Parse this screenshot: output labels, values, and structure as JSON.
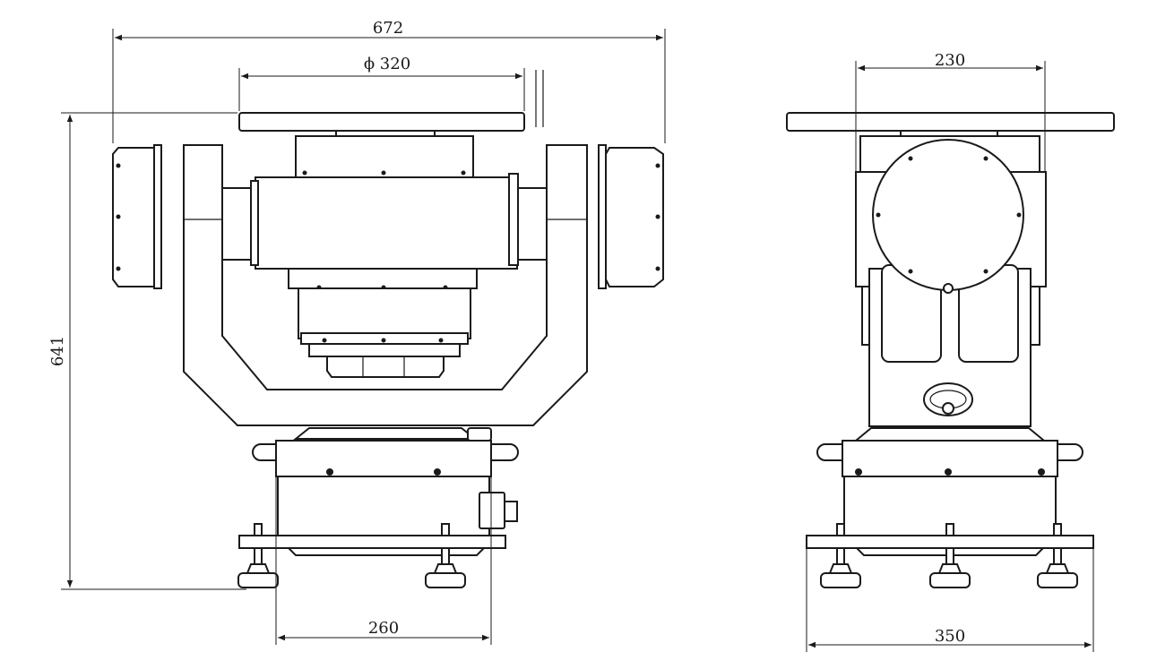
{
  "front_view": {
    "overall_width": "672",
    "platform_diameter": "ϕ 320",
    "overall_height": "641",
    "base_width": "260"
  },
  "side_view": {
    "platform_width": "230",
    "base_width": "350"
  },
  "colors": {
    "line": "#1a1a1a",
    "background": "#ffffff"
  }
}
